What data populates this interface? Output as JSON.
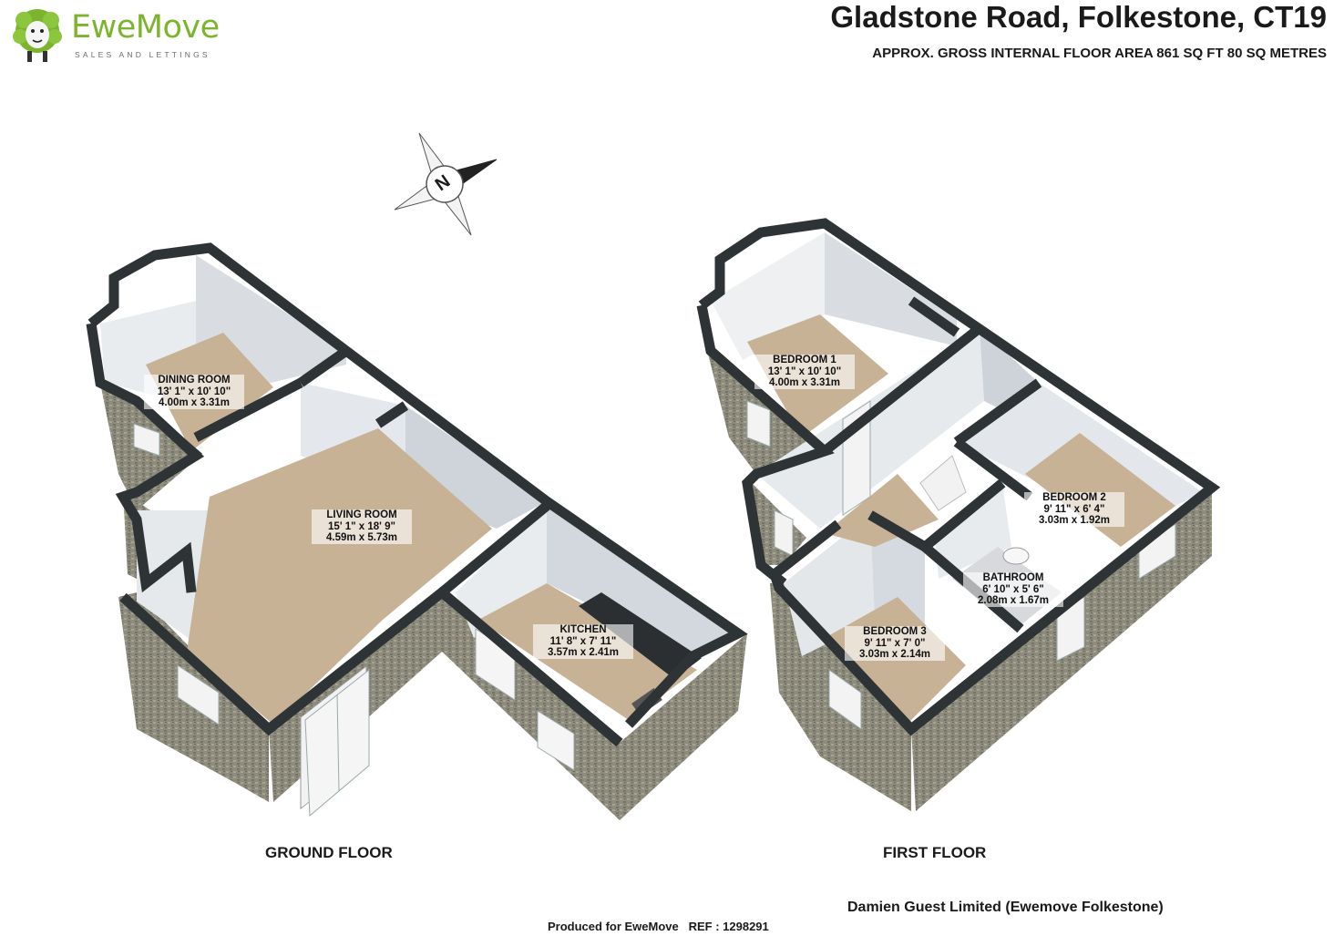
{
  "brand": {
    "name": "EweMove",
    "tagline": "SALES AND LETTINGS",
    "colors": {
      "green": "#7cb52d",
      "dark_green": "#4a8a1c"
    }
  },
  "header": {
    "title": "Gladstone Road, Folkestone, CT19",
    "subtitle": "APPROX. GROSS INTERNAL FLOOR AREA 861 SQ FT 80 SQ METRES"
  },
  "compass": {
    "label": "N",
    "icon": "north-compass-icon"
  },
  "floors": {
    "ground": {
      "label": "GROUND FLOOR",
      "rooms": [
        {
          "name": "DINING ROOM",
          "imperial": "13' 1\" x 10' 10\"",
          "metric": "4.00m x 3.31m"
        },
        {
          "name": "LIVING ROOM",
          "imperial": "15' 1\" x 18' 9\"",
          "metric": "4.59m x 5.73m"
        },
        {
          "name": "KITCHEN",
          "imperial": "11' 8\" x 7' 11\"",
          "metric": "3.57m x 2.41m"
        }
      ]
    },
    "first": {
      "label": "FIRST FLOOR",
      "rooms": [
        {
          "name": "BEDROOM 1",
          "imperial": "13' 1\" x 10' 10\"",
          "metric": "4.00m x 3.31m"
        },
        {
          "name": "BEDROOM 2",
          "imperial": "9' 11\" x 6' 4\"",
          "metric": "3.03m x 1.92m"
        },
        {
          "name": "BATHROOM",
          "imperial": "6' 10\" x 5' 6\"",
          "metric": "2.08m x 1.67m"
        },
        {
          "name": "BEDROOM 3",
          "imperial": "9' 11\" x 7' 0\"",
          "metric": "3.03m x 2.14m"
        }
      ]
    }
  },
  "footer": {
    "produced_for": "Produced for EweMove",
    "ref": "REF : 1298291",
    "company": "Damien Guest Limited (Ewemove Folkestone)"
  },
  "colors": {
    "floor": "#c7b296",
    "wall_top": "#2e3336",
    "brick": "#8a8878",
    "interior_wall": "#dfe3e7"
  }
}
